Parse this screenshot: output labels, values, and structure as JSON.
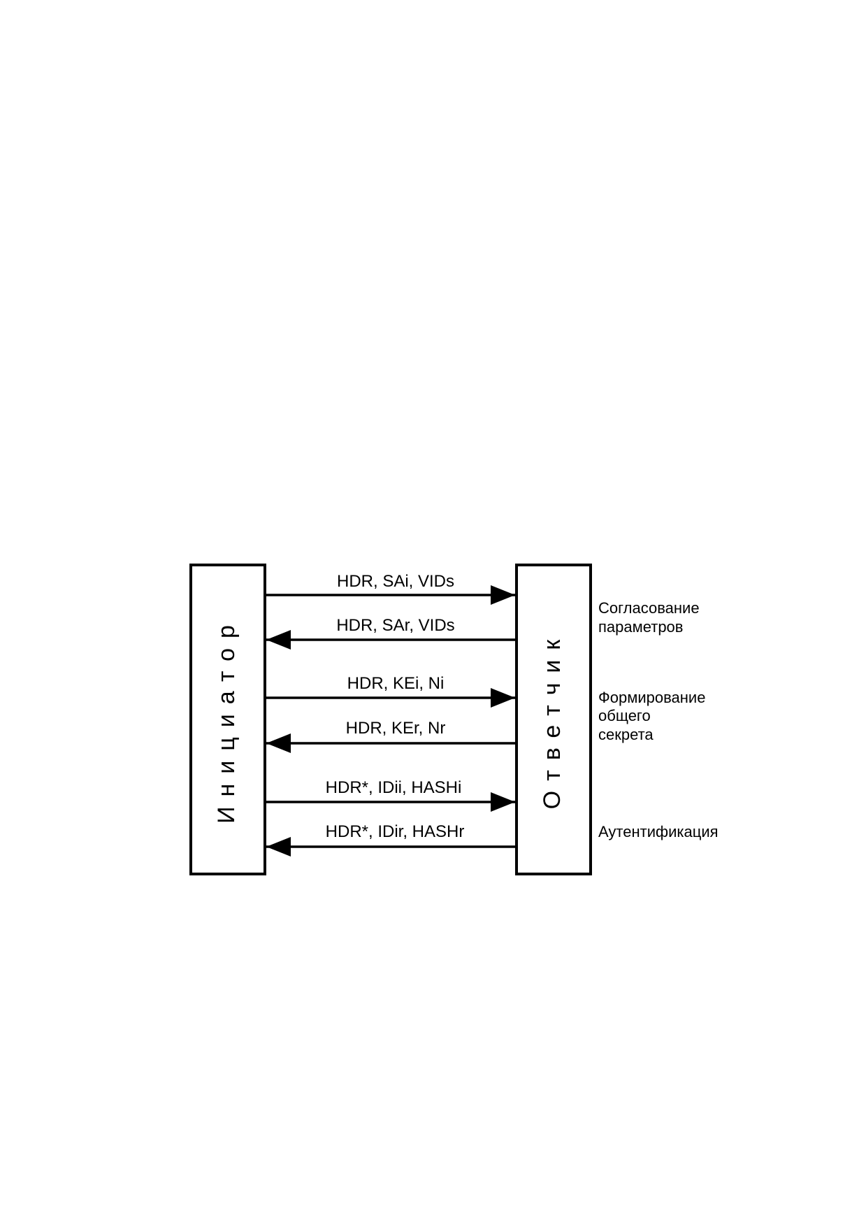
{
  "initiator": {
    "label": "Инициатор"
  },
  "responder": {
    "label": "Ответчик"
  },
  "messages": [
    {
      "text": "HDR, SAi, VIDs",
      "direction": "to-responder"
    },
    {
      "text": "HDR, SAr, VIDs",
      "direction": "to-initiator"
    },
    {
      "text": "HDR, KEi, Ni",
      "direction": "to-responder"
    },
    {
      "text": "HDR, KEr, Nr",
      "direction": "to-initiator"
    },
    {
      "text": "HDR*, IDii, HASHi",
      "direction": "to-responder"
    },
    {
      "text": "HDR*, IDir, HASHr",
      "direction": "to-initiator"
    }
  ],
  "phases": [
    {
      "lines": [
        "Согласование",
        "параметров"
      ]
    },
    {
      "lines": [
        "Формирование",
        "общего",
        "секрета"
      ]
    },
    {
      "lines": [
        "Аутентификация"
      ]
    }
  ]
}
